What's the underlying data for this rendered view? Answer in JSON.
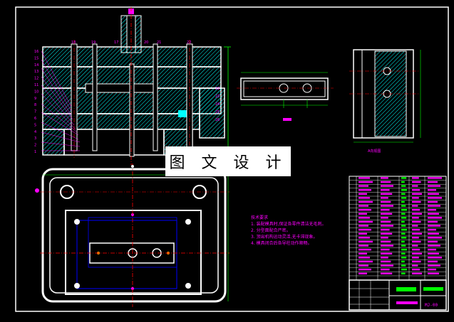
{
  "drawing": {
    "watermark": "图 文 设 计",
    "tech_requirements": {
      "title": "技术要求",
      "items": [
        "1. 装配模具时,保证各零件清洁无毛刺。",
        "2. 分型面配合严密。",
        "3. 顶出机构运动灵活,无卡滞现象。",
        "4. 模具闭合后各导柱动作顺畅。"
      ]
    },
    "side_view_label": "A向视图",
    "drawing_number": "MJ-00",
    "part_callouts_left": [
      "16",
      "15",
      "14",
      "13",
      "12",
      "11",
      "10",
      "9",
      "8",
      "7",
      "6",
      "5",
      "4",
      "3",
      "2",
      "1"
    ],
    "part_callouts_top": [
      "18",
      "19",
      "17",
      "20",
      "21",
      "22"
    ],
    "part_callouts_right": [
      "22",
      "23",
      "24",
      "25",
      "26"
    ],
    "colors": {
      "background": "#000000",
      "outline": "#ffffff",
      "centerline": "#ff0000",
      "dimension": "#00ff00",
      "hatch": "#00ffff",
      "annotation": "#ff00ff",
      "hidden": "#0000ff",
      "border": "#ffffff"
    }
  }
}
